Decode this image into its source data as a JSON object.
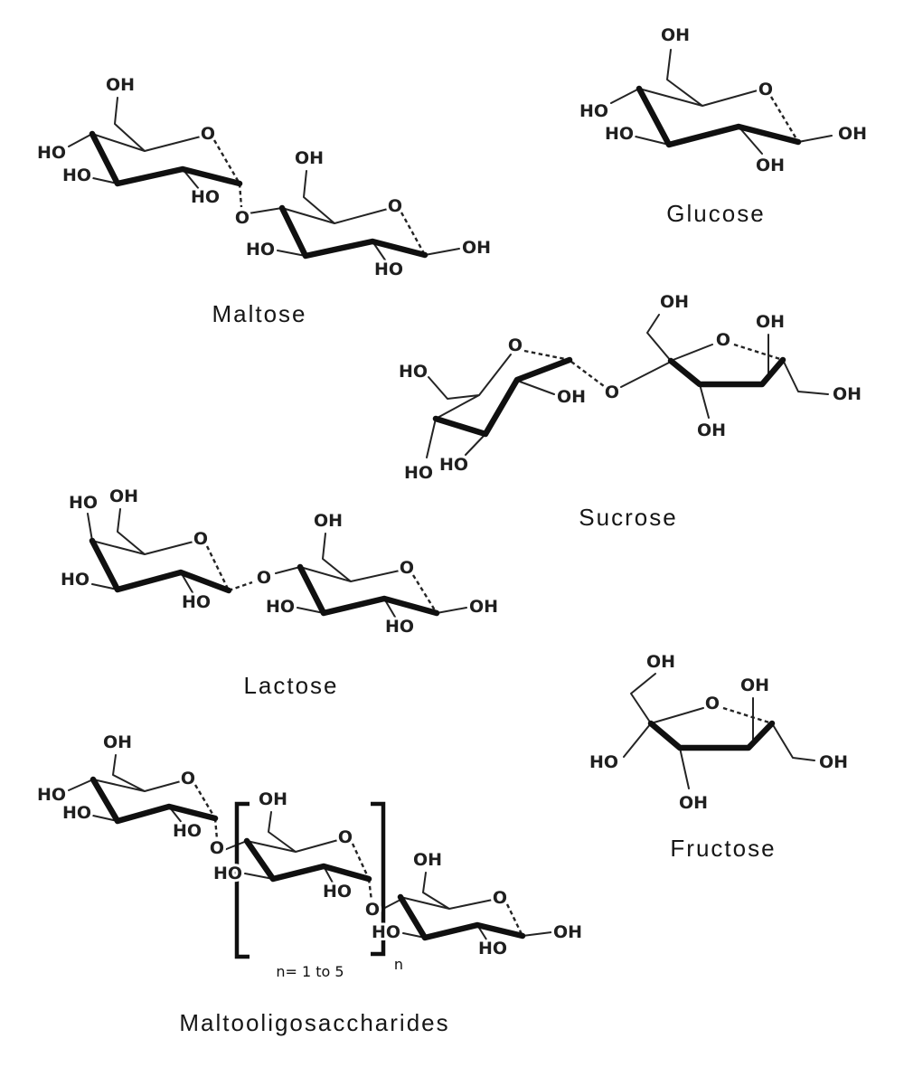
{
  "colors": {
    "ink": "#1f1f1f",
    "background": "#ffffff"
  },
  "molecules": {
    "maltose": {
      "name": "Maltose",
      "labels": {
        "r1_c6_oh": "OH",
        "r1_ring_o": "O",
        "r1_c4_ho": "HO",
        "r1_c3_ho": "HO",
        "r1_c2_ho": "HO",
        "glycosidic_o": "O",
        "r2_c6_oh": "OH",
        "r2_ring_o": "O",
        "r2_c3_ho": "HO",
        "r2_c2_ho": "HO",
        "r2_c1_oh": "OH"
      }
    },
    "glucose": {
      "name": "Glucose",
      "labels": {
        "c6_oh": "OH",
        "ring_o": "O",
        "c4_ho": "HO",
        "c3_ho": "HO",
        "c1_oh": "OH",
        "c2_oh": "OH"
      }
    },
    "sucrose": {
      "name": "Sucrose",
      "labels": {
        "g_c6_ho": "HO",
        "g_ring_o": "O",
        "g_c2_oh": "OH",
        "g_c4_ho": "HO",
        "g_c3_ho": "HO",
        "glycosidic_o": "O",
        "f_c1_oh": "OH",
        "f_ring_o": "O",
        "f_c3_oh_top": "OH",
        "f_c4_oh_bottom": "OH",
        "f_c6_oh": "OH"
      }
    },
    "lactose": {
      "name": "Lactose",
      "labels": {
        "r1_c4_ho_top": "HO",
        "r1_c6_oh": "OH",
        "r1_ring_o": "O",
        "r1_c3_ho": "HO",
        "r1_c2_ho": "HO",
        "glycosidic_o": "O",
        "r2_c6_oh": "OH",
        "r2_ring_o": "O",
        "r2_c3_ho": "HO",
        "r2_c2_ho": "HO",
        "r2_c1_oh": "OH"
      }
    },
    "fructose": {
      "name": "Fructose",
      "labels": {
        "c1_oh": "OH",
        "ring_o": "O",
        "c3_oh_top": "OH",
        "c2_ho": "HO",
        "c4_oh_bottom": "OH",
        "c6_oh": "OH"
      }
    },
    "maltooligosaccharides": {
      "name": "Maltooligosaccharides",
      "repeat_annotation": {
        "range": "n= 1 to 5",
        "subscript": "n"
      },
      "labels": {
        "r1_c6_oh": "OH",
        "r1_ring_o": "O",
        "r1_c4_ho": "HO",
        "r1_c3_ho": "HO",
        "r1_c2_ho": "HO",
        "glycosidic_o_1": "O",
        "r2_c6_oh": "OH",
        "r2_ring_o": "O",
        "r2_c3_ho": "HO",
        "r2_c2_ho": "HO",
        "glycosidic_o_2": "O",
        "r3_c6_oh": "OH",
        "r3_ring_o": "O",
        "r3_c3_ho": "HO",
        "r3_c2_ho": "HO",
        "r3_c1_oh": "OH"
      }
    }
  }
}
